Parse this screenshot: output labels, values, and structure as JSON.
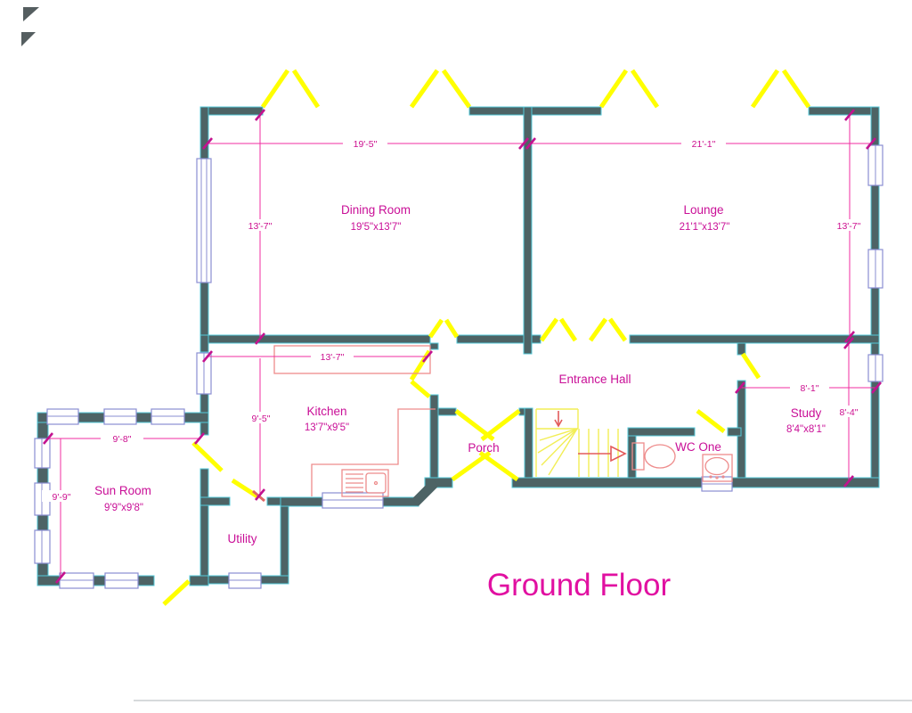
{
  "floor": {
    "title": "Ground Floor"
  },
  "rooms": {
    "dining": {
      "name": "Dining Room",
      "size": "19'5\"x13'7\""
    },
    "lounge": {
      "name": "Lounge",
      "size": "21'1\"x13'7\""
    },
    "entrance_hall": {
      "name": "Entrance Hall"
    },
    "kitchen": {
      "name": "Kitchen",
      "size": "13'7\"x9'5\""
    },
    "porch": {
      "name": "Porch"
    },
    "wc": {
      "name": "WC One"
    },
    "study": {
      "name": "Study",
      "size": "8'4\"x8'1\""
    },
    "sun_room": {
      "name": "Sun Room",
      "size": "9'9\"x9'8\""
    },
    "utility": {
      "name": "Utility"
    }
  },
  "dimensions": {
    "dining_width": "19'-5\"",
    "lounge_width": "21'-1\"",
    "dining_depth": "13'-7\"",
    "lounge_depth": "13'-7\"",
    "kitchen_width": "13'-7\"",
    "kitchen_depth": "9'-5\"",
    "sun_room_width": "9'-8\"",
    "sun_room_depth": "9'-9\"",
    "study_width": "8'-1\"",
    "study_depth": "8'-4\""
  },
  "fixtures": [
    "staircase",
    "kitchen-sink",
    "kitchen-counter",
    "toilet",
    "wash-basin"
  ],
  "colors": {
    "background": "#ffffff",
    "wall": "#4d6365",
    "wall_edge": "#54c9d9",
    "window_frame": "#8a8ed2",
    "door_swing": "#ffff00",
    "dimension_line": "#f02da0",
    "label_text": "#c90f97",
    "title_text": "#e110a1",
    "fixture": "#ee8c8c",
    "stair_arrow": "#e25b5b"
  }
}
